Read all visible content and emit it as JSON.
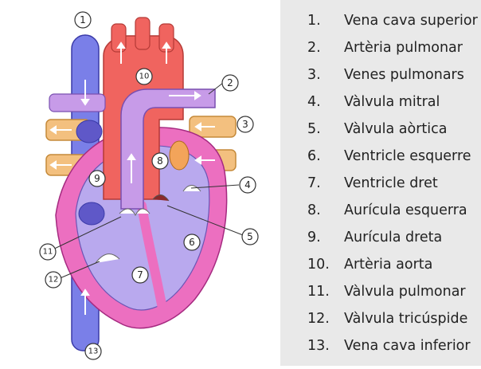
{
  "callouts": [
    "1",
    "2",
    "3",
    "4",
    "5",
    "6",
    "7",
    "8",
    "9",
    "10",
    "11",
    "12",
    "13"
  ],
  "legend": [
    {
      "num": "1.",
      "label": "Vena cava superior"
    },
    {
      "num": "2.",
      "label": "Artèria pulmonar"
    },
    {
      "num": "3.",
      "label": "Venes pulmonars"
    },
    {
      "num": "4.",
      "label": "Vàlvula mitral"
    },
    {
      "num": "5.",
      "label": "Vàlvula aòrtica"
    },
    {
      "num": "6.",
      "label": "Ventricle esquerre"
    },
    {
      "num": "7.",
      "label": "Ventricle dret"
    },
    {
      "num": "8.",
      "label": "Aurícula esquerra"
    },
    {
      "num": "9.",
      "label": "Aurícula dreta"
    },
    {
      "num": "10.",
      "label": "Artèria aorta"
    },
    {
      "num": "11.",
      "label": "Vàlvula pulmonar"
    },
    {
      "num": "12.",
      "label": "Vàlvula tricúspide"
    },
    {
      "num": "13.",
      "label": "Vena cava inferior"
    }
  ],
  "colors": {
    "vein_blue": "#7a7fe8",
    "aorta_red": "#f0645f",
    "pulmonary_lilac": "#c79be8",
    "pulmonary_vein_orange": "#f3c07f",
    "heart_pink": "#ec6fc0",
    "heart_inner": "#b9a9ee",
    "legend_background": "#e9e9e9"
  }
}
